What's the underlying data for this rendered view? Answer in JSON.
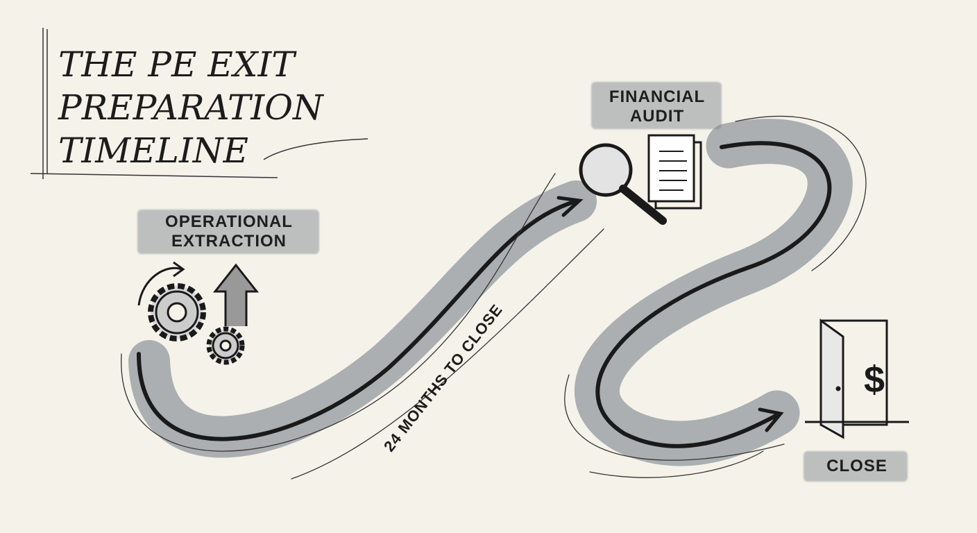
{
  "title": {
    "line1": "THE PE EXIT",
    "line2": "PREPARATION",
    "line3": "TIMELINE"
  },
  "stages": [
    {
      "line1": "OPERATIONAL",
      "line2": "EXTRACTION",
      "icon": "gears-arrow-icon"
    },
    {
      "line1": "FINANCIAL",
      "line2": "AUDIT",
      "icon": "magnifier-document-icon"
    },
    {
      "line1": "CLOSE",
      "icon": "door-dollar-icon"
    }
  ],
  "path_label": "24 MONTHS TO CLOSE",
  "colors": {
    "background": "#f5f2ea",
    "ink": "#1c1c1c",
    "wash": "#7a828c"
  }
}
